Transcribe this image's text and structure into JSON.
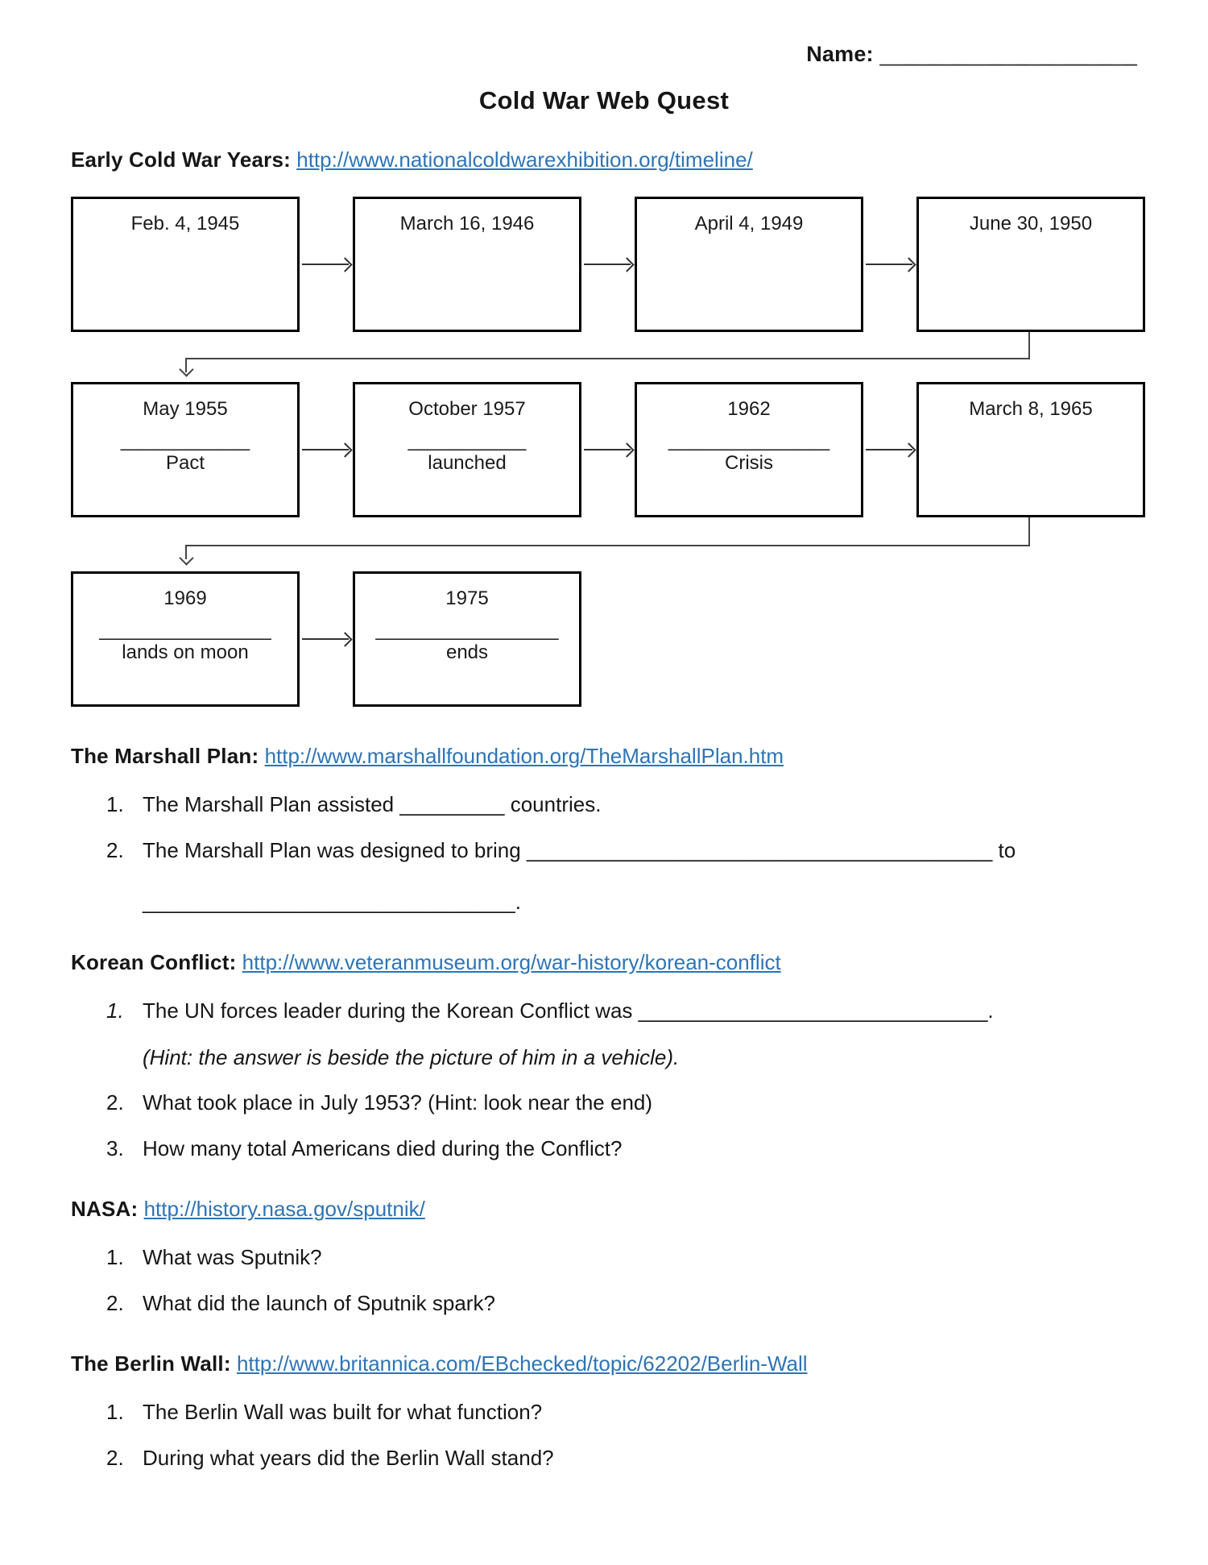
{
  "colors": {
    "link": "#2E74B5",
    "text": "#161616",
    "box_border": "#000000",
    "connector": "#454545"
  },
  "name_line": {
    "label": "Name:",
    "blank": "_____________________"
  },
  "title": "Cold War Web Quest",
  "sections": [
    {
      "heading": "Early Cold War Years:",
      "url": "http://www.nationalcoldwarexhibition.org/timeline/"
    },
    {
      "heading": "The Marshall Plan:",
      "url": "http://www.marshallfoundation.org/TheMarshallPlan.htm",
      "items": [
        {
          "num": "1.",
          "text": "The Marshall Plan assisted _________ countries."
        },
        {
          "num": "2.",
          "text": "The Marshall Plan was designed to bring ________________________________________ to",
          "text2": "________________________________."
        }
      ]
    },
    {
      "heading": "Korean Conflict:",
      "url": "http://www.veteranmuseum.org/war-history/korean-conflict",
      "items": [
        {
          "num": "1.",
          "text": "The UN forces leader during the Korean Conflict was ______________________________.",
          "hint": "(Hint: the answer is beside the picture of him in a vehicle)."
        },
        {
          "num": "2.",
          "text": "What took place in July 1953? (Hint: look near the end)"
        },
        {
          "num": "3.",
          "text": "How many total Americans died during the Conflict?"
        }
      ]
    },
    {
      "heading": "NASA:",
      "url": "http://history.nasa.gov/sputnik/",
      "items": [
        {
          "num": "1.",
          "text": "What was Sputnik?"
        },
        {
          "num": "2.",
          "text": "What did the launch of Sputnik spark?"
        }
      ]
    },
    {
      "heading": "The Berlin Wall:",
      "url": "http://www.britannica.com/EBchecked/topic/62202/Berlin-Wall",
      "items": [
        {
          "num": "1.",
          "text": "The Berlin Wall was built for what function?"
        },
        {
          "num": "2.",
          "text": "During what years did the Berlin Wall stand?"
        }
      ]
    }
  ],
  "flowchart": {
    "boxes": [
      {
        "date": "Feb. 4, 1945"
      },
      {
        "date": "March 16, 1946"
      },
      {
        "date": "April 4, 1949"
      },
      {
        "date": "June 30, 1950"
      },
      {
        "date": "May 1955",
        "blank": "____________",
        "caption": "Pact"
      },
      {
        "date": "October 1957",
        "blank": "___________",
        "caption": "launched"
      },
      {
        "date": "1962",
        "blank": "_______________",
        "caption": "Crisis"
      },
      {
        "date": "March 8, 1965"
      },
      {
        "date": "1969",
        "blank": "________________",
        "caption": "lands on moon"
      },
      {
        "date": "1975",
        "blank": "_________________",
        "caption": "ends"
      }
    ]
  }
}
